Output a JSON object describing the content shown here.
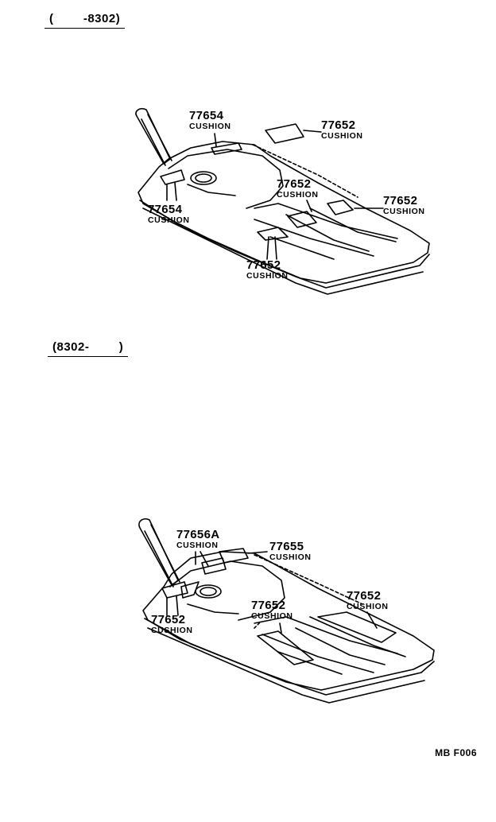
{
  "top_section": {
    "range_label": "(        -8302)",
    "callouts": [
      {
        "part": "77654",
        "caption": "CUSHION"
      },
      {
        "part": "77652",
        "caption": "CUSHION"
      },
      {
        "part": "77652",
        "caption": "CUSHION"
      },
      {
        "part": "77652",
        "caption": "CUSHION"
      },
      {
        "part": "77654",
        "caption": "CUSHION"
      },
      {
        "part": "77652",
        "caption": "CUSHION"
      }
    ]
  },
  "bottom_section": {
    "range_label": "(8302-        )",
    "callouts": [
      {
        "part": "77656A",
        "caption": "CUSHION"
      },
      {
        "part": "77655",
        "caption": "CUSHION"
      },
      {
        "part": "77652",
        "caption": "CUSHION"
      },
      {
        "part": "77652",
        "caption": "CUSHION"
      },
      {
        "part": "77652",
        "caption": "CUSHION"
      }
    ]
  },
  "figure_code": "MB F006"
}
